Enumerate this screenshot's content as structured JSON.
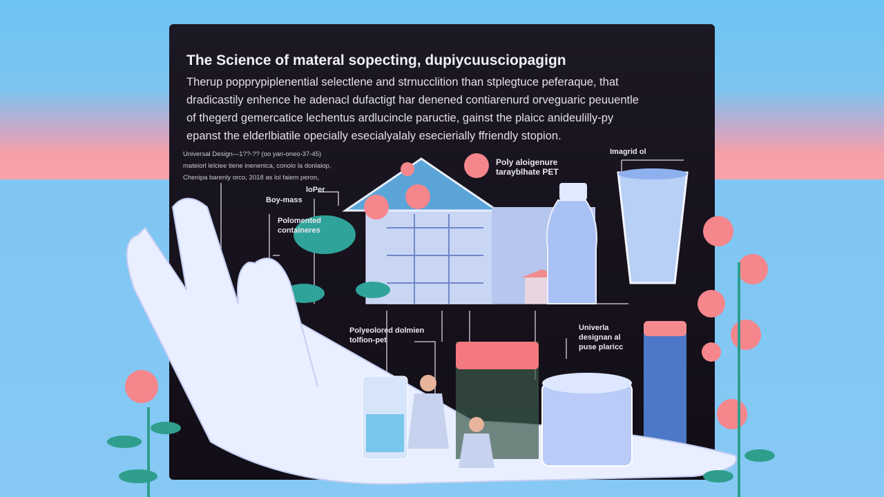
{
  "heading": "The Science of materal sopecting, dupiycuusciopagign",
  "paragraph": [
    "Therup popprypiplenential selectlene and strnucclition than stplegtuce peferaque, that",
    "dradicastily enhence he adenacl dufactigt har denened contiarenurd orveguaric peuuentle",
    "of thegerd gemercatice lechentus ardlucincle paructie, gainst the plaicc anideulilly-py",
    "epanst the elderlbiatile opecially esecialyalaly esecierially  ffriendly stopion."
  ],
  "notes": [
    "Universal Design—1??-?? (oo yan-oneo-37-45)",
    "mateiorl lelciee tiene inenenica, conolo la donlalop,",
    "Chenipa barenly orco, 2018 as lol faiem peron,"
  ],
  "labels": {
    "imagrid": "Imagrid ol",
    "poly_pet": [
      "Poly aloigenure",
      "tarayblhate PET"
    ],
    "iopar": "loPer",
    "boy_mass": "Boy-mass",
    "polo_containers": [
      "Polomented",
      "containeres"
    ],
    "polycolored": [
      "Polyeolored dolmien",
      "tolfion-pet"
    ],
    "universal": [
      "Univerla",
      "designan al",
      "puse plaricc"
    ]
  },
  "colors": {
    "panel": "#15101a",
    "accent_pink": "#f27a80",
    "accent_teal": "#2fa39a"
  }
}
